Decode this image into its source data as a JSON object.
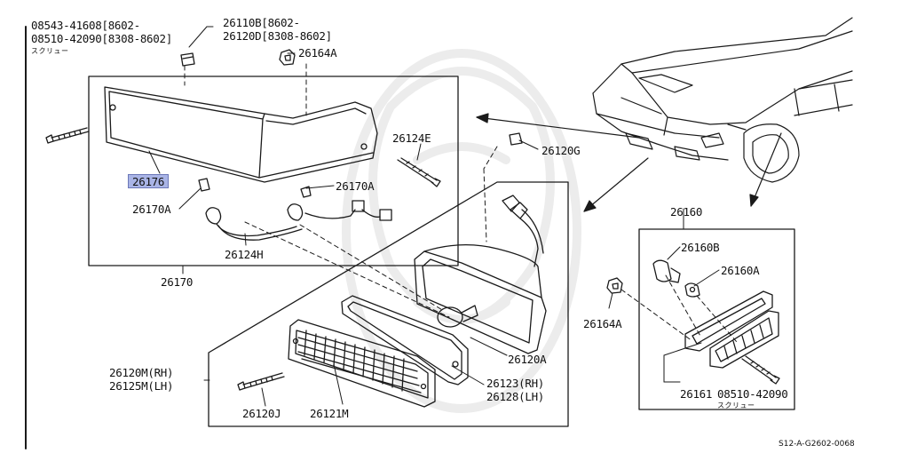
{
  "labels": {
    "p08543": "08543-41608[8602-",
    "p08510a": "08510-42090[8308-8602]",
    "screw_a": "スクリュー",
    "p26110b": "26110B[8602-",
    "p26120d": "26120D[8308-8602]",
    "p26164a_top": "26164A",
    "p26124e": "26124E",
    "p26176": "26176",
    "p26170a_right": "26170A",
    "p26170a_left": "26170A",
    "p26124h": "26124H",
    "p26170": "26170",
    "p26120g": "26120G",
    "p26120m": "26120M(RH)",
    "p26125m": "26125M(LH)",
    "p26120j": "26120J",
    "p26121m": "26121M",
    "p26120a": "26120A",
    "p26123": "26123(RH)",
    "p26128": "26128(LH)",
    "p26160": "26160",
    "p26160b": "26160B",
    "p26160a": "26160A",
    "p26164a_right": "26164A",
    "p26161": "26161",
    "p08510b": "08510-42090",
    "screw_b": "スクリュー",
    "diagram_ref": "S12-A-G2602-0068"
  },
  "colors": {
    "line": "#1a1a1a",
    "highlight": "#a9b4e6",
    "watermark": "#ececec"
  }
}
